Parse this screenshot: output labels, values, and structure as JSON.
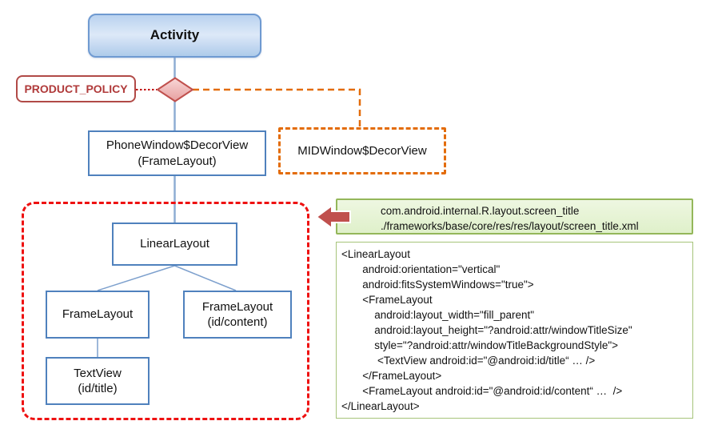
{
  "diagram": {
    "nodes": {
      "activity": {
        "label": "Activity"
      },
      "product_policy": {
        "label": "PRODUCT_POLICY"
      },
      "phone_window": {
        "line1": "PhoneWindow$DecorView",
        "line2": "(FrameLayout)"
      },
      "mid_window": {
        "label": "MIDWindow$DecorView"
      },
      "linear_layout": {
        "label": "LinearLayout"
      },
      "frame_layout_title": {
        "label": "FrameLayout"
      },
      "frame_layout_content": {
        "line1": "FrameLayout",
        "line2": "(id/content)"
      },
      "text_view": {
        "line1": "TextView",
        "line2": "(id/title)"
      }
    },
    "callout": {
      "line1": "com.android.internal.R.layout.screen_title",
      "line2": "./frameworks/base/core/res/res/layout/screen_title.xml"
    },
    "code": {
      "lines": [
        "<LinearLayout",
        "       android:orientation=\"vertical\"",
        "       android:fitsSystemWindows=\"true\">",
        "       <FrameLayout",
        "           android:layout_width=\"fill_parent\"",
        "           android:layout_height=\"?android:attr/windowTitleSize\"",
        "           style=\"?android:attr/windowTitleBackgroundStyle\">",
        "            <TextView android:id=\"@android:id/title“ … />",
        "       </FrameLayout>",
        "       <FrameLayout android:id=\"@android:id/content“ …  />",
        "</LinearLayout>"
      ]
    },
    "colors": {
      "node_border_blue": "#4f81bd",
      "connector_blue": "#8eadd3",
      "activity_fill_blue": "#bdd5f1",
      "policy_brick_red": "#b14a47",
      "dotted_line_red": "#c00000",
      "dashed_orange": "#e36c0a",
      "region_dashed_red": "#ee1111",
      "arrow_red": "#c0504d",
      "callout_border_green": "#94b75a",
      "callout_fill_green": "#e7f3d5"
    }
  }
}
